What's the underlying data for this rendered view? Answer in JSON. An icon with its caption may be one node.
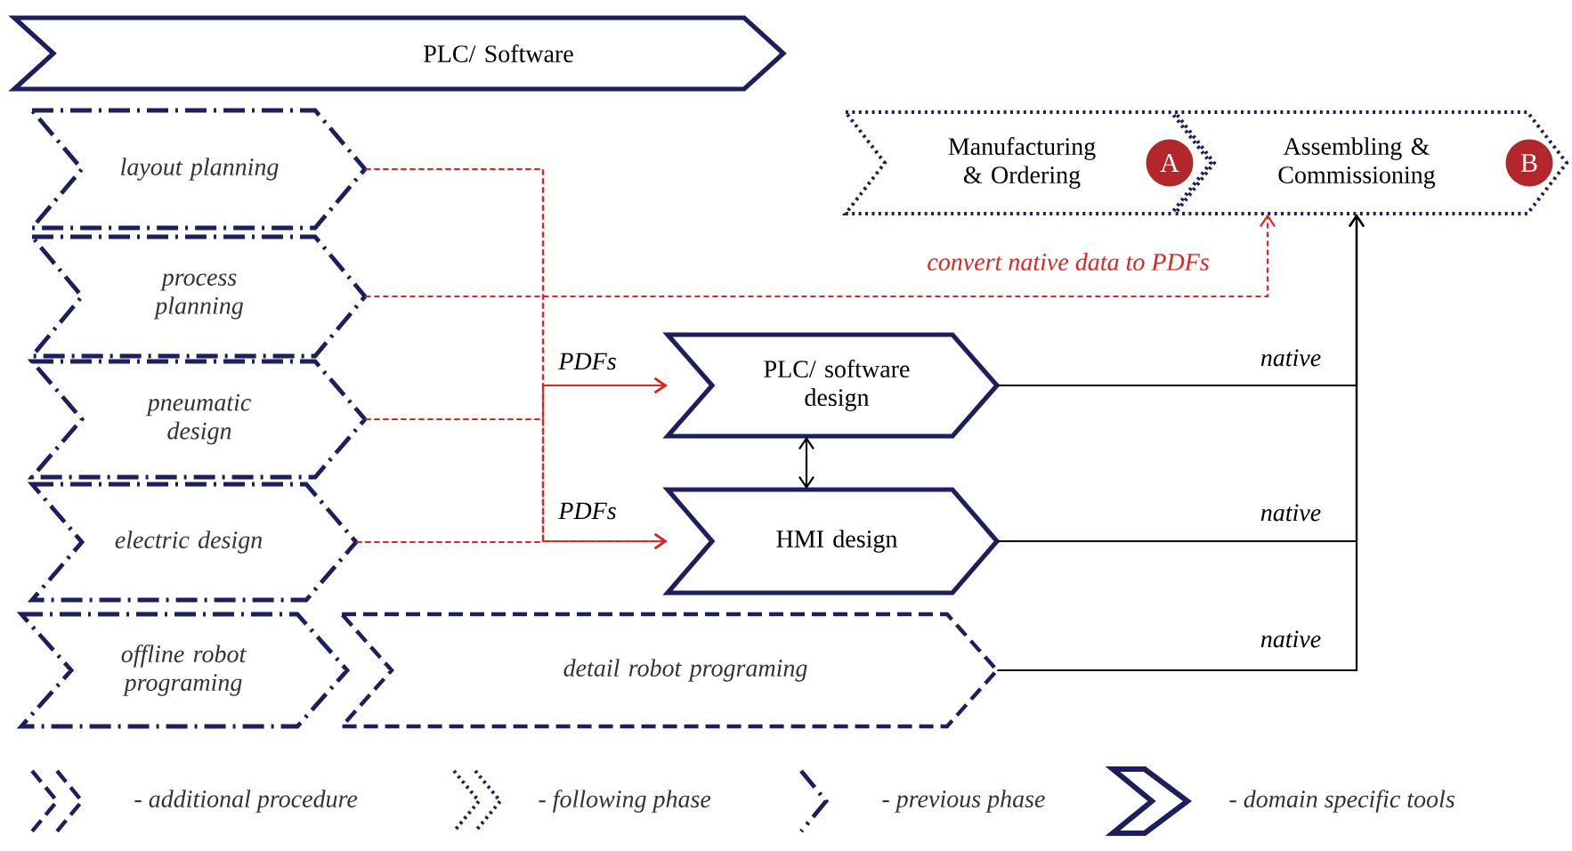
{
  "diagram": {
    "nodes": [
      {
        "text": [
          "PLC/ Software"
        ]
      },
      {
        "text": [
          "layout planning"
        ]
      },
      {
        "text": [
          "process planning"
        ]
      },
      {
        "text": [
          "pneumatic design"
        ]
      },
      {
        "text": [
          "electric design"
        ]
      },
      {
        "text": [
          "offline robot programing"
        ]
      },
      {
        "text": [
          "detail robot programing"
        ]
      },
      {
        "text": [
          "Manufacturing & Ordering"
        ]
      },
      {
        "text": [
          "A"
        ],
        "in": 7
      },
      {
        "text": [
          "Assembling & Commissioning"
        ]
      },
      {
        "text": [
          "B"
        ],
        "in": 9
      },
      {
        "text": [
          "PLC/ software design"
        ]
      },
      {
        "text": [
          "HMI design"
        ]
      }
    ],
    "edges": [
      {
        "from": 1,
        "to": 11,
        "arrow": "to",
        "style": "dashed",
        "label": "PDFs"
      },
      {
        "from": 1,
        "to": 12,
        "arrow": "to",
        "style": "dashed",
        "label": "PDFs"
      },
      {
        "from": 3,
        "to": 11,
        "arrow": "to",
        "style": "dashed"
      },
      {
        "from": 3,
        "to": 12,
        "arrow": "to",
        "style": "dashed"
      },
      {
        "from": 4,
        "to": 11,
        "arrow": "to",
        "style": "dashed"
      },
      {
        "from": 4,
        "to": 12,
        "arrow": "to",
        "style": "dashed"
      },
      {
        "from": 2,
        "to": 9,
        "arrow": "to",
        "style": "dashed",
        "label": "convert native data to PDFs"
      },
      {
        "from": 11,
        "to": 9,
        "arrow": "to",
        "color": "#000000",
        "label": "native"
      },
      {
        "from": 12,
        "to": 9,
        "arrow": "to",
        "color": "#000000",
        "label": "native"
      },
      {
        "from": 6,
        "to": 9,
        "arrow": "to",
        "color": "#000000",
        "label": "native"
      },
      {
        "from": 11,
        "to": 12,
        "arrow": "both",
        "color": "#000000"
      }
    ],
    "legend": [
      {
        "text": "- additional procedure"
      },
      {
        "text": "- following phase"
      },
      {
        "text": "- previous phase"
      },
      {
        "text": "- domain specific tools"
      }
    ]
  }
}
